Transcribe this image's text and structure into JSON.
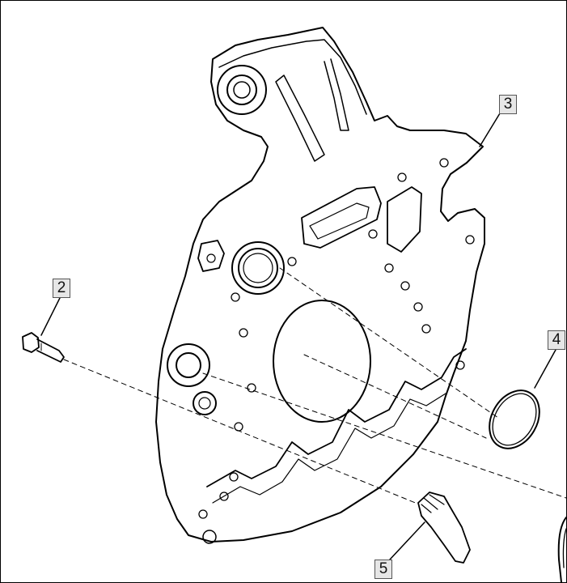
{
  "callouts": {
    "c2": "2",
    "c3": "3",
    "c4": "4",
    "c5": "5"
  },
  "parts": [
    {
      "callout": "2",
      "icon": "bolt-icon"
    },
    {
      "callout": "3",
      "icon": "flywheel-housing-plate-icon"
    },
    {
      "callout": "4",
      "icon": "o-ring-icon"
    },
    {
      "callout": "5",
      "icon": "plug-icon"
    }
  ],
  "colors": {
    "line": "#000000",
    "callout_fill": "#e6e6e6",
    "callout_border": "#555555"
  }
}
